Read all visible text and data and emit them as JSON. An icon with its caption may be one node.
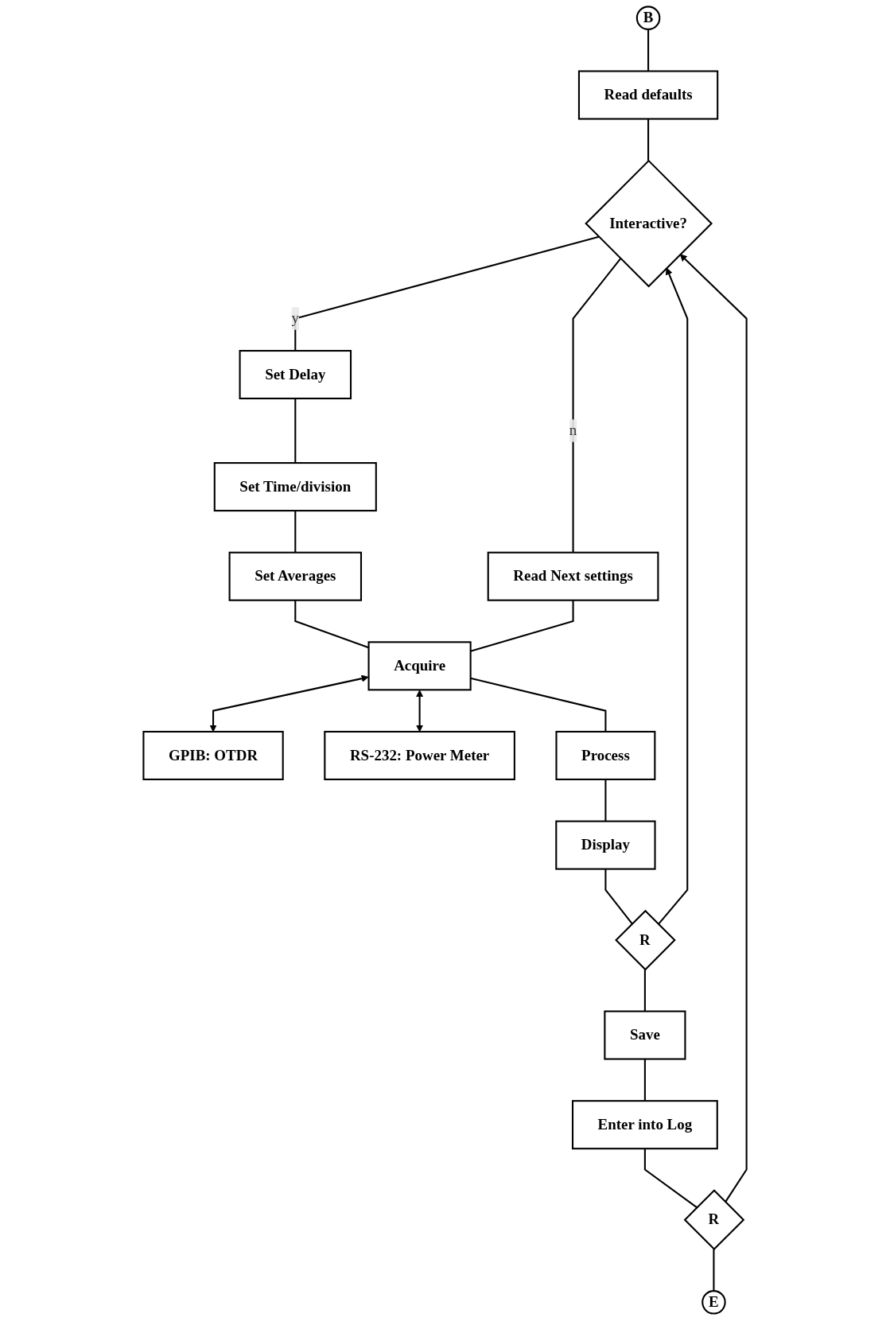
{
  "diagram": {
    "nodes": [
      {
        "text": [
          "B"
        ]
      },
      {
        "text": [
          "Read defaults"
        ]
      },
      {
        "text": [
          "Interactive?"
        ]
      },
      {
        "text": [
          "Set Delay"
        ]
      },
      {
        "text": [
          "Set Time/division"
        ]
      },
      {
        "text": [
          "Set Averages"
        ]
      },
      {
        "text": [
          "Read Next settings"
        ]
      },
      {
        "text": [
          "Acquire"
        ]
      },
      {
        "text": [
          "GPIB: OTDR"
        ]
      },
      {
        "text": [
          "RS-232: Power Meter"
        ]
      },
      {
        "text": [
          "Process"
        ]
      },
      {
        "text": [
          "Display"
        ]
      },
      {
        "text": [
          "R"
        ]
      },
      {
        "text": [
          "Save"
        ]
      },
      {
        "text": [
          "Enter into Log"
        ]
      },
      {
        "text": [
          "R"
        ]
      },
      {
        "text": [
          "E"
        ]
      }
    ],
    "edges": [
      {
        "from": 0,
        "to": 1,
        "arrow": "none"
      },
      {
        "from": 1,
        "to": 2,
        "arrow": "none"
      },
      {
        "from": 2,
        "to": 3,
        "arrow": "none",
        "label": "y"
      },
      {
        "from": 3,
        "to": 4,
        "arrow": "none"
      },
      {
        "from": 4,
        "to": 5,
        "arrow": "none"
      },
      {
        "from": 2,
        "to": 6,
        "arrow": "none",
        "label": "n"
      },
      {
        "from": 5,
        "to": 7,
        "arrow": "none"
      },
      {
        "from": 6,
        "to": 7,
        "arrow": "none"
      },
      {
        "from": 7,
        "to": 8,
        "arrow": "both"
      },
      {
        "from": 7,
        "to": 9,
        "arrow": "both"
      },
      {
        "from": 7,
        "to": 10,
        "arrow": "none"
      },
      {
        "from": 10,
        "to": 11,
        "arrow": "none"
      },
      {
        "from": 11,
        "to": 12,
        "arrow": "none"
      },
      {
        "from": 12,
        "to": 2,
        "arrow": "to"
      },
      {
        "from": 12,
        "to": 13,
        "arrow": "none"
      },
      {
        "from": 13,
        "to": 14,
        "arrow": "none"
      },
      {
        "from": 14,
        "to": 15,
        "arrow": "none"
      },
      {
        "from": 15,
        "to": 2,
        "arrow": "to"
      },
      {
        "from": 15,
        "to": 16,
        "arrow": "none"
      }
    ]
  }
}
